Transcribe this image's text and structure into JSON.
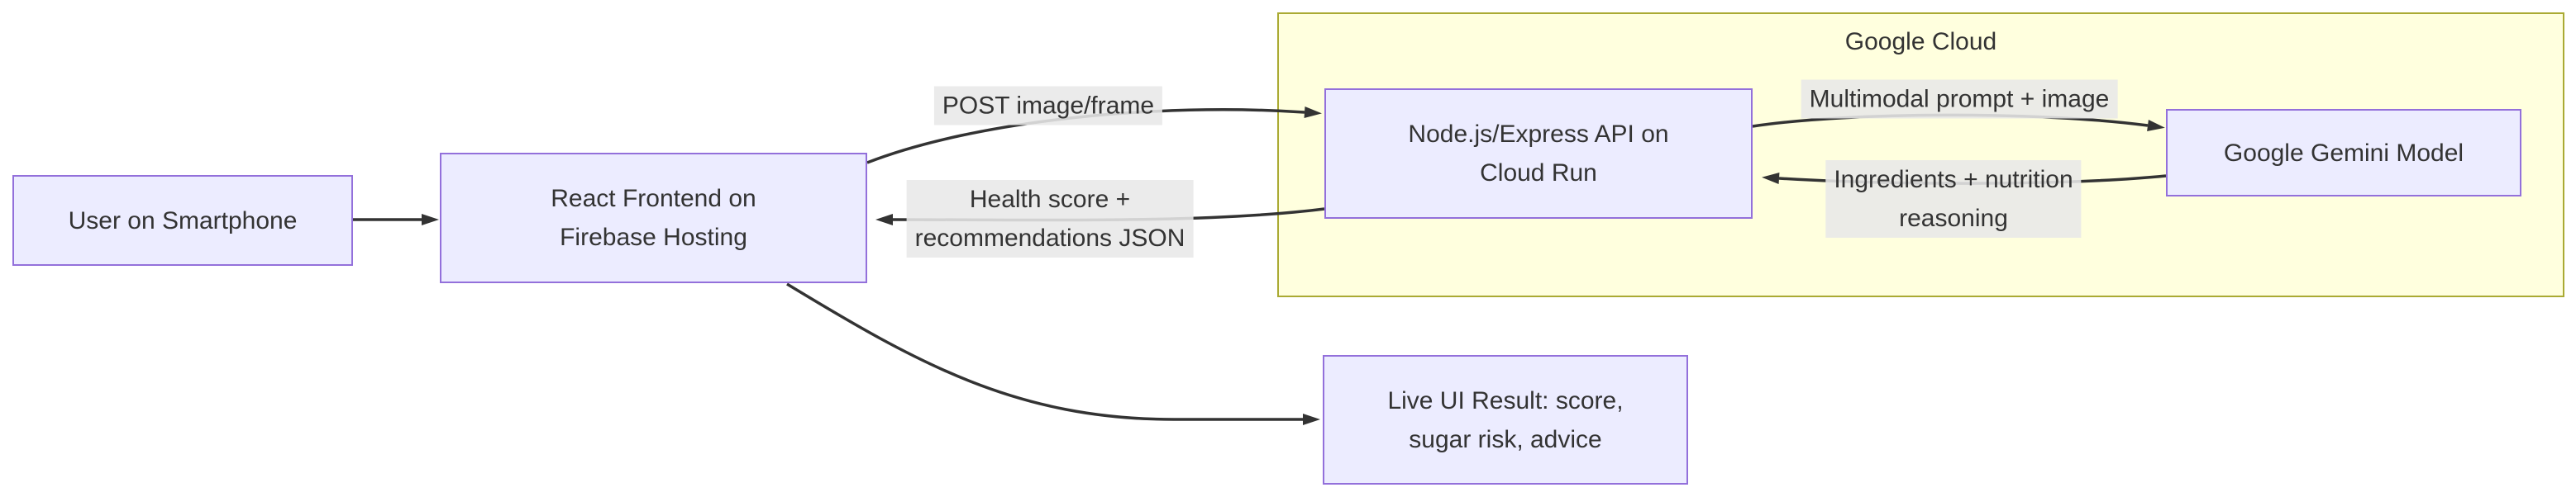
{
  "diagram": {
    "type": "flowchart",
    "colors": {
      "node_fill": "#ECECFF",
      "node_border": "#9370DB",
      "cluster_fill": "#ffffde",
      "cluster_border": "#aaaa33",
      "edge_color": "#333333",
      "edge_label_bg": "#e8e8e8",
      "text_color": "#333333",
      "background": "#ffffff"
    },
    "cluster": {
      "title": "Google Cloud"
    },
    "nodes": [
      {
        "id": "user",
        "lines": [
          "User on Smartphone"
        ]
      },
      {
        "id": "frontend",
        "lines": [
          "React Frontend on",
          "Firebase Hosting"
        ]
      },
      {
        "id": "api",
        "lines": [
          "Node.js/Express API on",
          "Cloud Run"
        ]
      },
      {
        "id": "gemini",
        "lines": [
          "Google Gemini Model"
        ]
      },
      {
        "id": "result",
        "lines": [
          "Live UI Result: score,",
          "sugar risk, advice"
        ]
      }
    ],
    "edge_labels": [
      {
        "id": "post",
        "lines": [
          "POST image/frame"
        ]
      },
      {
        "id": "health",
        "lines": [
          "Health score +",
          "recommendations JSON"
        ]
      },
      {
        "id": "multimodal",
        "lines": [
          "Multimodal prompt + image"
        ]
      },
      {
        "id": "ingredients",
        "lines": [
          "Ingredients + nutrition",
          "reasoning"
        ]
      }
    ],
    "edges": [
      {
        "from": "user",
        "to": "frontend",
        "label": ""
      },
      {
        "from": "frontend",
        "to": "api",
        "label": "POST image/frame"
      },
      {
        "from": "api",
        "to": "frontend",
        "label": "Health score + recommendations JSON"
      },
      {
        "from": "api",
        "to": "gemini",
        "label": "Multimodal prompt + image"
      },
      {
        "from": "gemini",
        "to": "api",
        "label": "Ingredients + nutrition reasoning"
      },
      {
        "from": "frontend",
        "to": "result",
        "label": ""
      }
    ]
  }
}
